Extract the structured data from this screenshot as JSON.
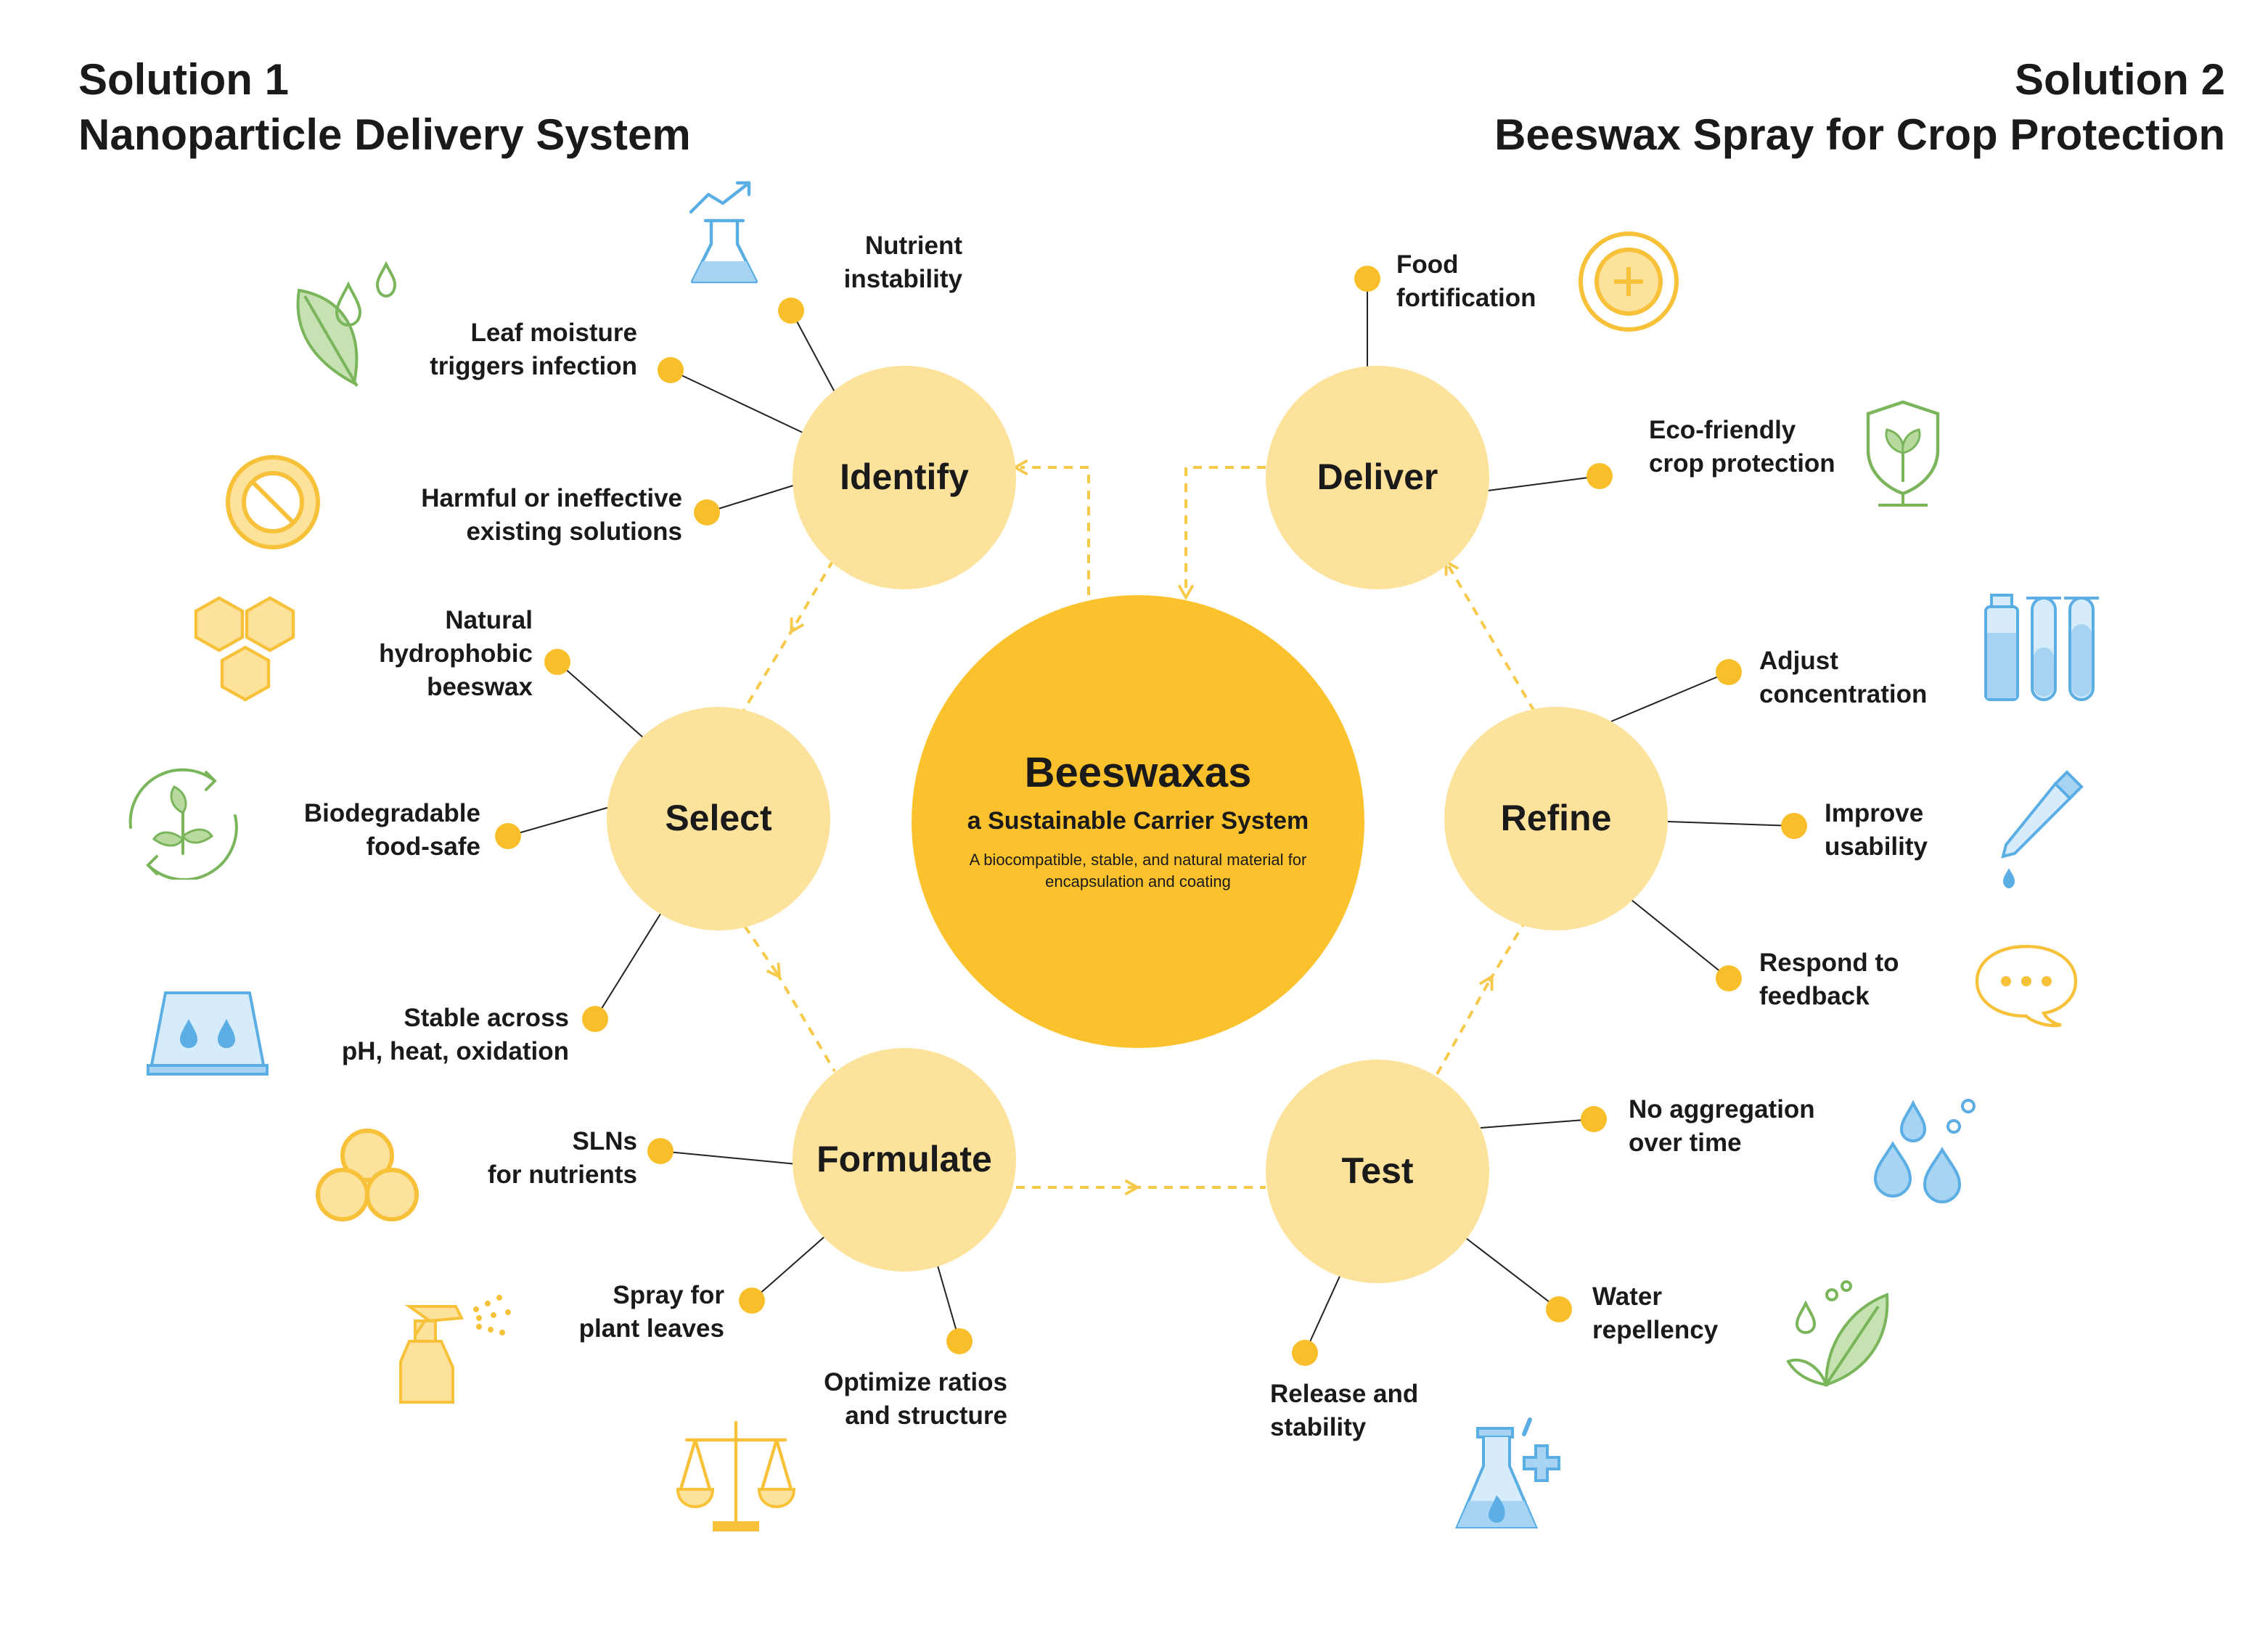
{
  "titles": {
    "left": {
      "line1": "Solution 1",
      "line2": "Nanoparticle Delivery System"
    },
    "right": {
      "line1": "Solution 2",
      "line2": "Beeswax Spray for Crop Protection"
    }
  },
  "center": {
    "title": "Beeswaxas",
    "subtitle": "a Sustainable Carrier System",
    "desc_line1": "A biocompatible, stable, and natural material for",
    "desc_line2": "encapsulation and coating"
  },
  "stages": {
    "identify": "Identify",
    "select": "Select",
    "formulate": "Formulate",
    "deliver": "Deliver",
    "refine": "Refine",
    "test": "Test"
  },
  "labels": {
    "nutrient_instability": [
      "Nutrient",
      "instability"
    ],
    "leaf_moisture": [
      "Leaf moisture",
      "triggers infection"
    ],
    "harmful": [
      "Harmful or ineffective",
      "existing solutions"
    ],
    "natural_hydrophobic": [
      "Natural",
      "hydrophobic",
      "beeswax"
    ],
    "biodegradable": [
      "Biodegradable",
      "food-safe"
    ],
    "stable": [
      "Stable across",
      "pH, heat, oxidation"
    ],
    "slns": [
      "SLNs",
      "for nutrients"
    ],
    "spray": [
      "Spray for",
      "plant leaves"
    ],
    "optimize": [
      "Optimize ratios",
      "and structure"
    ],
    "food_fortification": [
      "Food",
      "fortification"
    ],
    "eco_friendly": [
      "Eco-friendly",
      "crop protection"
    ],
    "adjust": [
      "Adjust",
      "concentration"
    ],
    "improve": [
      "Improve",
      "usability"
    ],
    "respond": [
      "Respond to",
      "feedback"
    ],
    "no_aggregation": [
      "No aggregation",
      "over time"
    ],
    "water_repellency": [
      "Water",
      "repellency"
    ],
    "release": [
      "Release and",
      "stability"
    ]
  },
  "colors": {
    "stage": "#fde29b",
    "center": "#fcc22d",
    "dot": "#f9bf2b",
    "arrow": "#f7c94a",
    "blue_icon": "#5aaee4",
    "green_icon": "#7ab55c",
    "yellow_icon": "#f8c13a"
  },
  "icons": [
    "flask-chart-icon",
    "leaf-drops-icon",
    "prohibited-icon",
    "honeycomb-icon",
    "recycle-plant-icon",
    "water-tray-icon",
    "nanoparticles-icon",
    "spray-bottle-icon",
    "balance-scale-icon",
    "plus-circle-icon",
    "shield-plant-icon",
    "test-tubes-icon",
    "dropper-icon",
    "chat-bubble-icon",
    "water-drops-icon",
    "leaf-water-icon",
    "flask-heat-icon"
  ]
}
